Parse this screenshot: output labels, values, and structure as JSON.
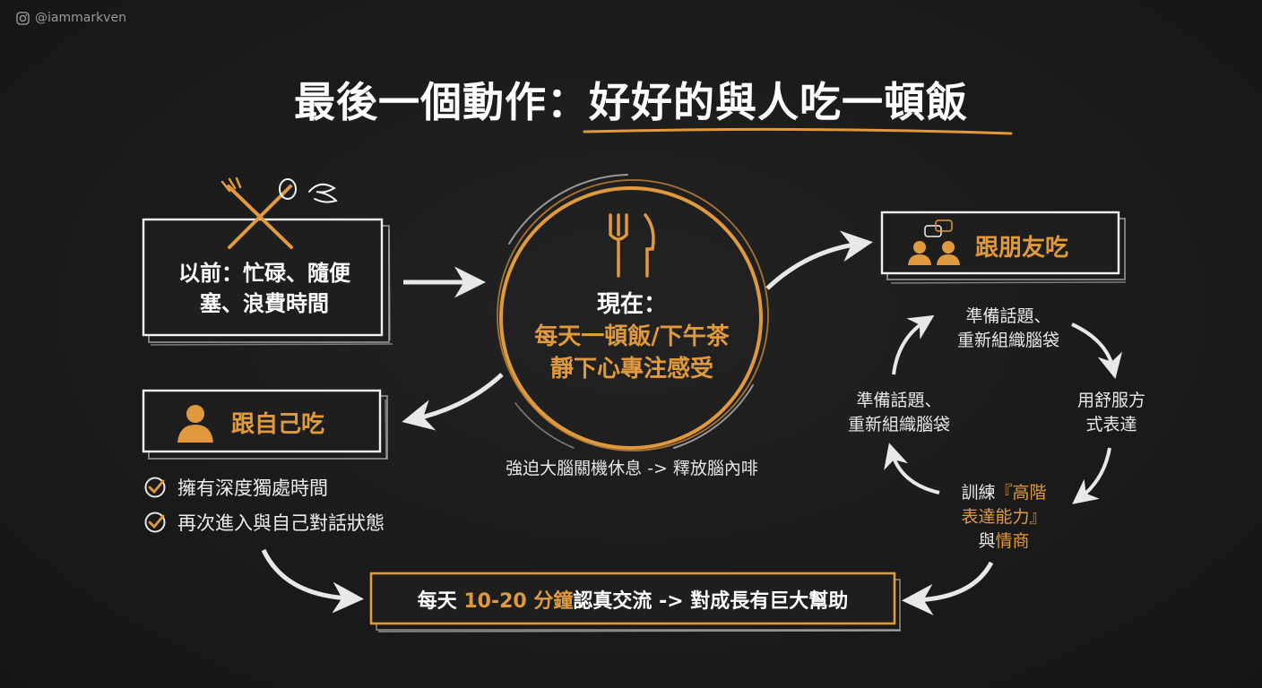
{
  "watermark": {
    "handle": "@iammarkven",
    "icon": "instagram-icon"
  },
  "title": {
    "part1": "最後一個動作：",
    "part2": "好好的與人吃一頓飯"
  },
  "past_box": {
    "line1": "以前：忙碌、隨便",
    "line2": "塞、浪費時間",
    "icon": "crossed-fork-spoon-icon"
  },
  "center": {
    "label": "現在：",
    "line1": "每天一頓飯/下午茶",
    "line2": "靜下心專注感受",
    "icon": "fork-knife-icon",
    "caption": "強迫大腦關機休息 -> 釋放腦內啡"
  },
  "self_box": {
    "label": "跟自己吃",
    "icon": "person-icon",
    "checks": [
      "擁有深度獨處時間",
      "再次進入與自己對話狀態"
    ]
  },
  "friend_box": {
    "label": "跟朋友吃",
    "icon": "people-chat-icon"
  },
  "cycle": {
    "top": [
      "準備話題、",
      "重新組織腦袋"
    ],
    "left": [
      "準備話題、",
      "重新組織腦袋"
    ],
    "right": [
      "用舒服方",
      "式表達"
    ],
    "bottom": {
      "pre": "訓練",
      "highlight1": "『高階",
      "highlight2": "表達能力』",
      "line3_pre": "與",
      "line3_highlight": "情商"
    }
  },
  "banner": {
    "pre": "每天 ",
    "highlight": "10-20 分鐘",
    "post": "認真交流 -> 對成長有巨大幫助"
  },
  "colors": {
    "background": "#1b1b1b",
    "accent": "#e09a3d",
    "text": "#ffffff"
  }
}
